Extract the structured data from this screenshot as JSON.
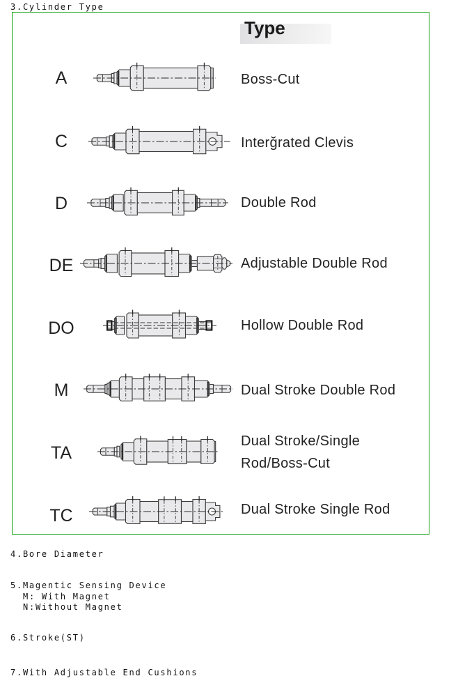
{
  "title": "3.Cylinder Type",
  "table": {
    "header": "Type",
    "rows": [
      {
        "code": "A",
        "type": "Boss-Cut",
        "type_lines": [
          "Boss-Cut"
        ],
        "drawing": "boss-cut"
      },
      {
        "code": "C",
        "type": "Interğrated Clevis",
        "type_lines": [
          "Interğrated Clevis"
        ],
        "drawing": "integrated-clevis"
      },
      {
        "code": "D",
        "type": "Double Rod",
        "type_lines": [
          "Double Rod"
        ],
        "drawing": "double-rod"
      },
      {
        "code": "DE",
        "type": "Adjustable Double Rod",
        "type_lines": [
          "Adjustable Double Rod"
        ],
        "drawing": "adjustable-double-rod"
      },
      {
        "code": "DO",
        "type": "Hollow Double Rod",
        "type_lines": [
          "Hollow Double Rod"
        ],
        "drawing": "hollow-double-rod"
      },
      {
        "code": "M",
        "type": "Dual Stroke Double Rod",
        "type_lines": [
          "Dual Stroke Double Rod"
        ],
        "drawing": "dual-stroke-double-rod"
      },
      {
        "code": "TA",
        "type": "Dual Stroke/Single Rod/Boss-Cut",
        "type_lines": [
          "Dual Stroke/Single",
          "Rod/Boss-Cut"
        ],
        "drawing": "dual-stroke-single-rod-boss-cut"
      },
      {
        "code": "TC",
        "type": "Dual Stroke Single Rod",
        "type_lines": [
          "Dual Stroke Single Rod"
        ],
        "drawing": "dual-stroke-single-rod"
      }
    ]
  },
  "sections": [
    {
      "title": "4.Bore Diameter",
      "lines": []
    },
    {
      "title": "5.Magentic Sensing Device",
      "lines": [
        "M: With Magnet",
        "N:Without Magnet"
      ]
    },
    {
      "title": "6.Stroke(ST)",
      "lines": []
    },
    {
      "title": "7.With Adjustable End Cushions",
      "lines": []
    }
  ],
  "colors": {
    "box_border": "#12a112",
    "header_bar": "#e3e3e5",
    "text": "#111111",
    "drawing_fill": "#e9e9eb",
    "drawing_stroke": "#3b3b3b"
  }
}
